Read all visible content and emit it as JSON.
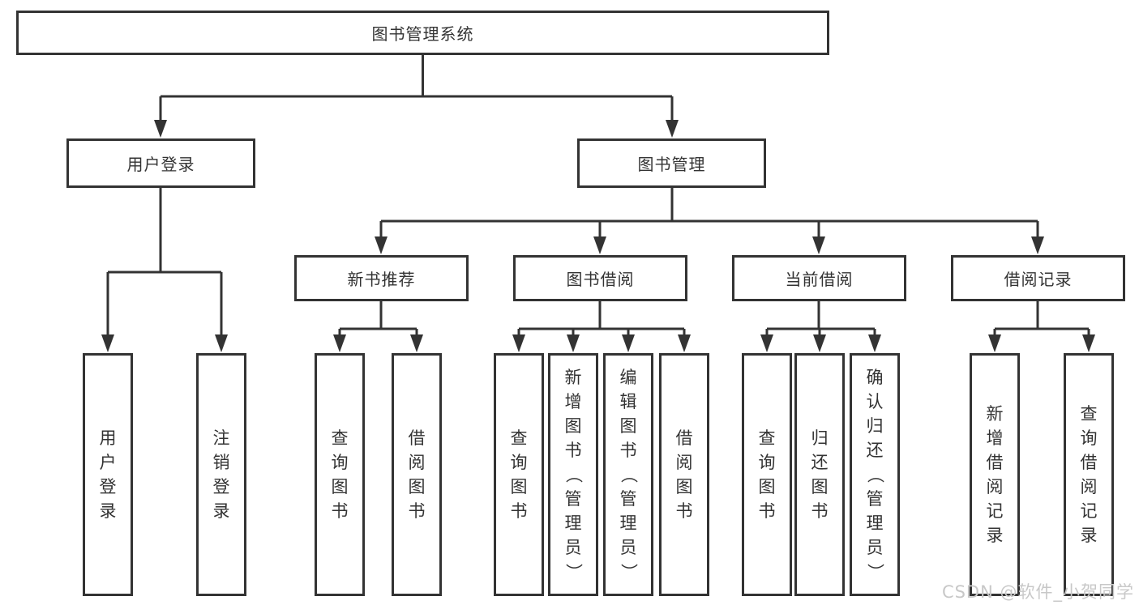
{
  "tree": {
    "root": {
      "label": "图书管理系统"
    },
    "level2": [
      {
        "label": "用户登录"
      },
      {
        "label": "图书管理"
      }
    ],
    "level3": [
      {
        "label": "新书推荐",
        "parent": "图书管理"
      },
      {
        "label": "图书借阅",
        "parent": "图书管理"
      },
      {
        "label": "当前借阅",
        "parent": "图书管理"
      },
      {
        "label": "借阅记录",
        "parent": "图书管理"
      }
    ],
    "leaves": [
      {
        "label": "用户登录",
        "parent": "用户登录"
      },
      {
        "label": "注销登录",
        "parent": "用户登录"
      },
      {
        "label": "查询图书",
        "parent": "新书推荐"
      },
      {
        "label": "借阅图书",
        "parent": "新书推荐"
      },
      {
        "label": "查询图书",
        "parent": "图书借阅"
      },
      {
        "label": "新增图书（管理员）",
        "parent": "图书借阅"
      },
      {
        "label": "编辑图书（管理员）",
        "parent": "图书借阅"
      },
      {
        "label": "借阅图书",
        "parent": "图书借阅"
      },
      {
        "label": "查询图书",
        "parent": "当前借阅"
      },
      {
        "label": "归还图书",
        "parent": "当前借阅"
      },
      {
        "label": "确认归还（管理员）",
        "parent": "当前借阅"
      },
      {
        "label": "新增借阅记录",
        "parent": "借阅记录"
      },
      {
        "label": "查询借阅记录",
        "parent": "借阅记录"
      }
    ]
  },
  "watermark": {
    "text": "CSDN @软件_小贺同学"
  },
  "colors": {
    "line": "#333333",
    "text": "#333333",
    "background": "#ffffff",
    "watermark": "#c8c8c8"
  }
}
